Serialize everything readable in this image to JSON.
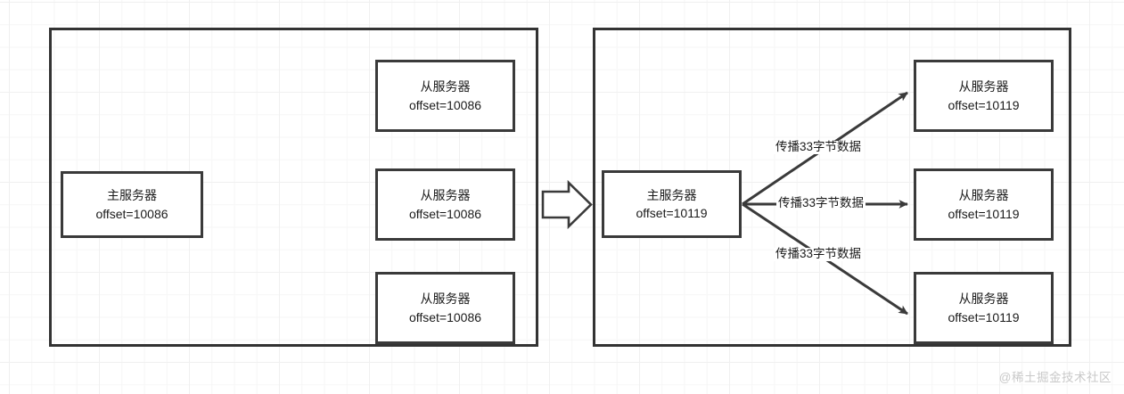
{
  "diagram": {
    "title": "Redis master-slave replication offset propagation",
    "background": {
      "grid_color": "#f0f0f0",
      "page_color": "#ffffff"
    },
    "stroke_color": "#333333",
    "text_color": "#1a1a1a"
  },
  "panels": [
    {
      "id": "before",
      "name": "before-state-panel",
      "master": {
        "line1": "主服务器",
        "line2": "offset=10086"
      },
      "slaves": [
        {
          "line1": "从服务器",
          "line2": "offset=10086"
        },
        {
          "line1": "从服务器",
          "line2": "offset=10086"
        },
        {
          "line1": "从服务器",
          "line2": "offset=10086"
        }
      ]
    },
    {
      "id": "after",
      "name": "after-state-panel",
      "master": {
        "line1": "主服务器",
        "line2": "offset=10119"
      },
      "slaves": [
        {
          "line1": "从服务器",
          "line2": "offset=10119"
        },
        {
          "line1": "从服务器",
          "line2": "offset=10119"
        },
        {
          "line1": "从服务器",
          "line2": "offset=10119"
        }
      ],
      "edge_labels": [
        "传播33字节数据",
        "传播33字节数据",
        "传播33字节数据"
      ]
    }
  ],
  "transition_arrow": {
    "name": "transition-block-arrow",
    "style": "hollow-block-arrow-right"
  },
  "watermark": "@稀土掘金技术社区"
}
